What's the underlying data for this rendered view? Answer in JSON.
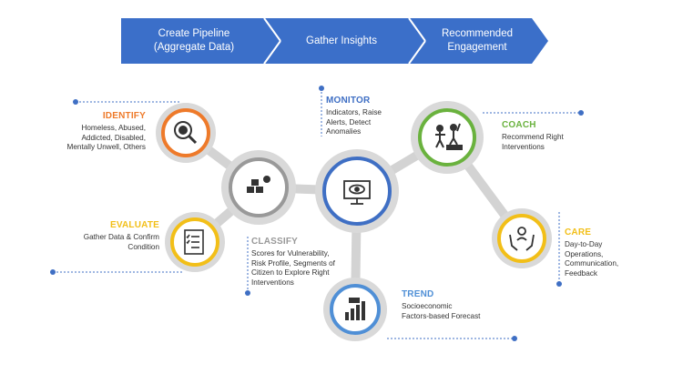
{
  "banner": {
    "steps": [
      {
        "label": "Create Pipeline\n(Aggregate Data)"
      },
      {
        "label": "Gather Insights"
      },
      {
        "label": "Recommended\nEngagement"
      }
    ],
    "color": "#3b6fc9"
  },
  "nodes": {
    "identify": {
      "title": "IDENTIFY",
      "desc": "Homeless, Abused,\nAddicted, Disabled,\nMentally Unwell, Others",
      "color": "#ee7a2a",
      "icon": "magnifier-virus-icon"
    },
    "evaluate": {
      "title": "EVALUATE",
      "desc": "Gather Data & Confirm\nCondition",
      "color": "#f2bf18",
      "icon": "checklist-icon"
    },
    "classify": {
      "title": "CLASSIFY",
      "desc": "Scores for Vulnerability,\nRisk Profile, Segments of\nCitizen to Explore Right\nInterventions",
      "color": "#999999",
      "icon": "boxes-icon"
    },
    "monitor": {
      "title": "MONITOR",
      "desc": "Indicators, Raise\nAlerts, Detect\nAnomalies",
      "color": "#3f6fc4",
      "icon": "monitor-eye-icon"
    },
    "trend": {
      "title": "TREND",
      "desc": "Socioeconomic\nFactors-based Forecast",
      "color": "#4f8fd6",
      "icon": "trend-chart-icon"
    },
    "coach": {
      "title": "COACH",
      "desc": "Recommend Right\nInterventions",
      "color": "#6ab23e",
      "icon": "coaching-people-icon"
    },
    "care": {
      "title": "CARE",
      "desc": "Day-to-Day\nOperations,\nCommunication,\nFeedback",
      "color": "#f2bf18",
      "icon": "caring-hands-icon"
    }
  },
  "colors": {
    "connector": "#d3d3d3",
    "ring_bg": "#d9d9d9",
    "dots": "#3f6fc4"
  }
}
